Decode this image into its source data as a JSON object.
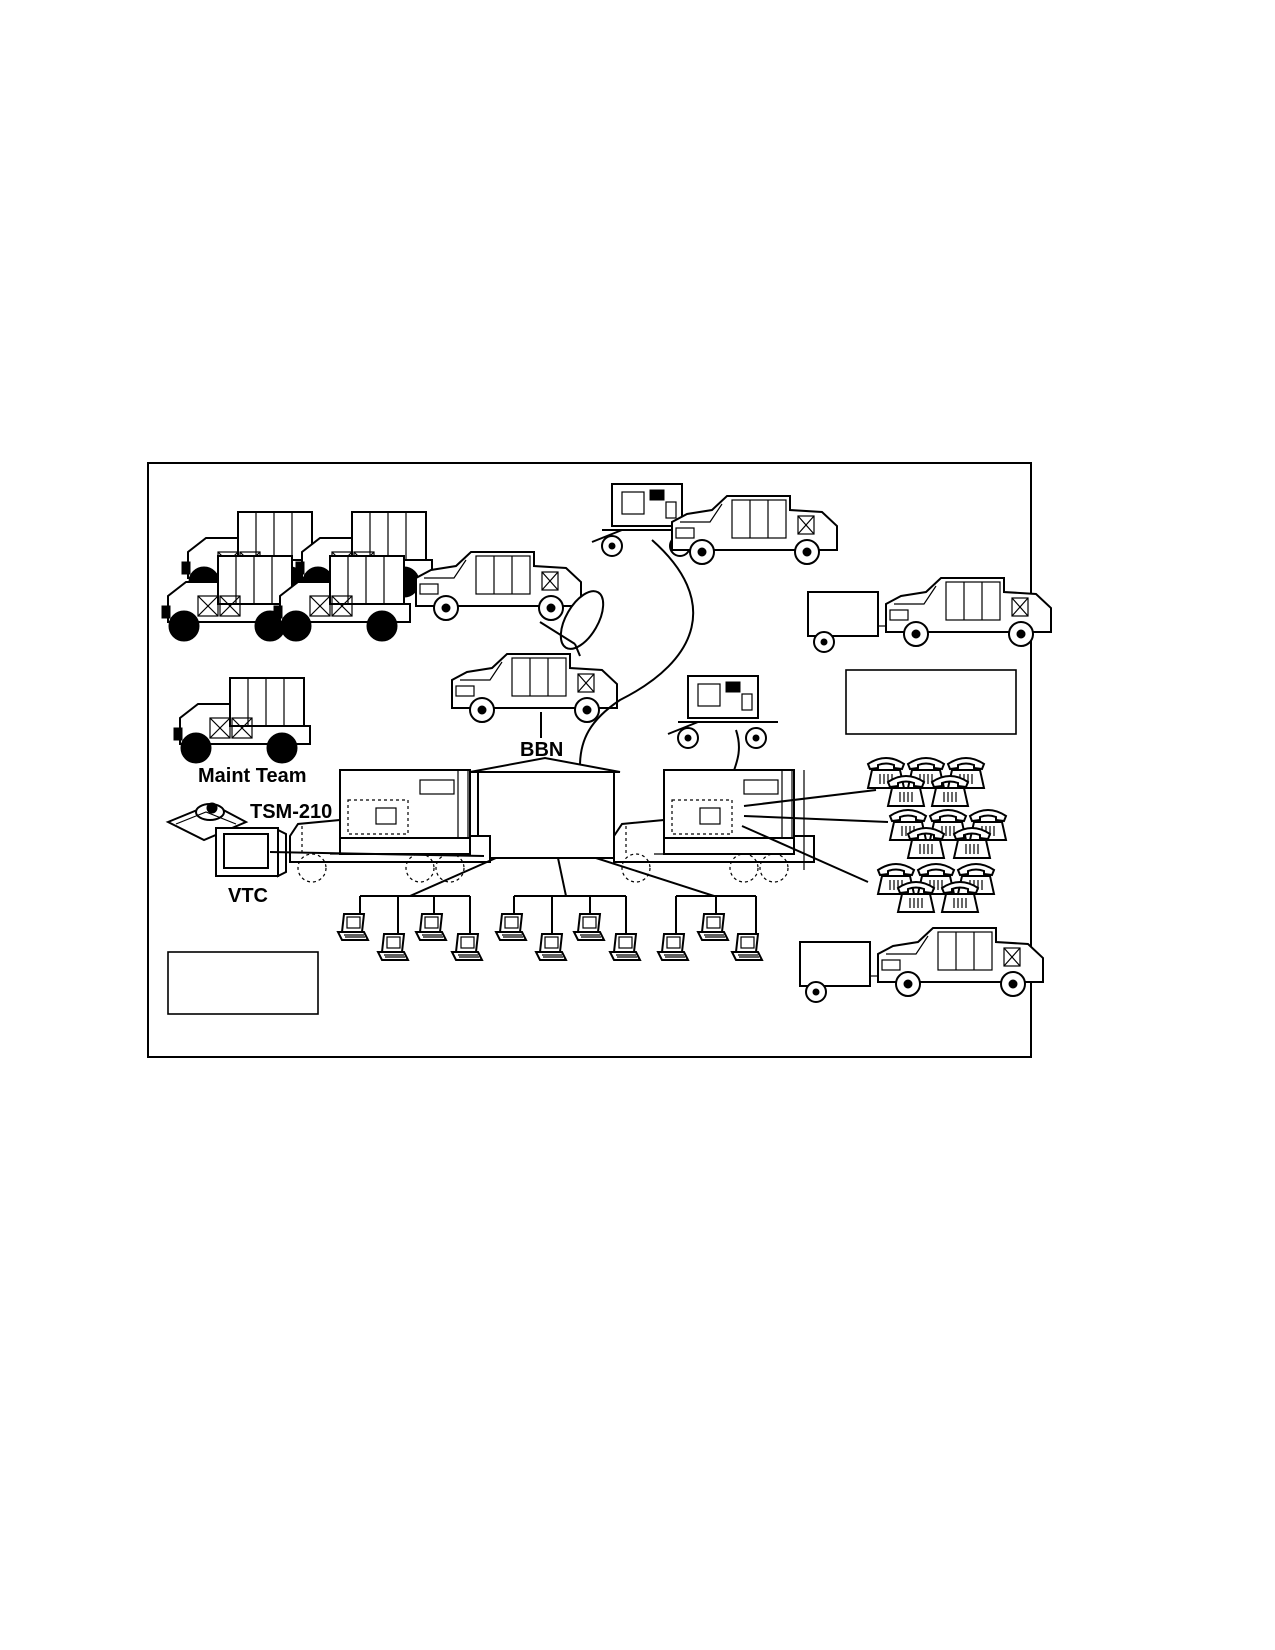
{
  "diagram": {
    "labels": {
      "bbn": "BBN",
      "maint_team": "Maint  Team",
      "tsm": "TSM-210",
      "vtc": "VTC"
    },
    "icons": {
      "vehicle": "humvee-shelter-icon",
      "trailer": "generator-trailer-icon",
      "satellite": "satellite-dish-icon",
      "laptop": "laptop-icon",
      "telephone": "telephone-icon",
      "monitor": "vtc-monitor-icon",
      "camera": "vtc-camera-icon"
    }
  }
}
